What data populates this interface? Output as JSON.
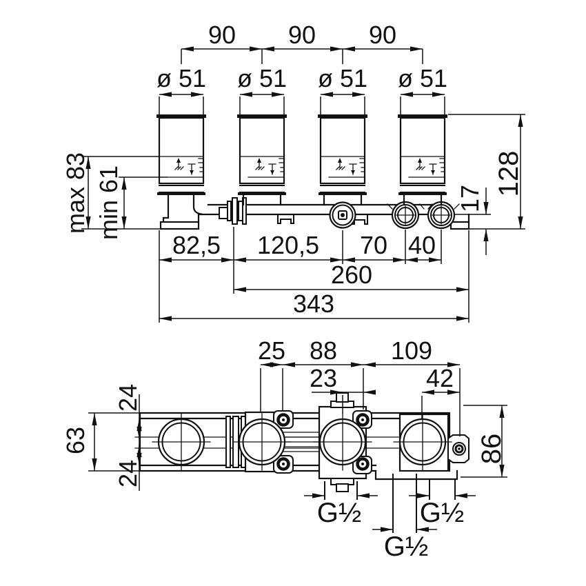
{
  "front_view": {
    "spacing_labels": [
      "90",
      "90",
      "90"
    ],
    "diameter_labels": [
      "ø 51",
      "ø 51",
      "ø 51",
      "ø 51"
    ],
    "max_depth_label": "max 83",
    "min_depth_label": "min 61",
    "offset_label": "17",
    "height_label": "128",
    "width_labels": [
      "82,5",
      "120,5",
      "70",
      "40"
    ],
    "subtotal_label": "260",
    "total_label": "343"
  },
  "plan_view": {
    "top_width_labels": [
      "25",
      "88",
      "109"
    ],
    "port_offset_label": "23",
    "outlet_offset_label": "42",
    "half_height_labels": [
      "24",
      "24"
    ],
    "rail_height_label": "63",
    "overall_height_label": "86",
    "thread_labels": [
      "G½",
      "G½",
      "G½"
    ]
  }
}
